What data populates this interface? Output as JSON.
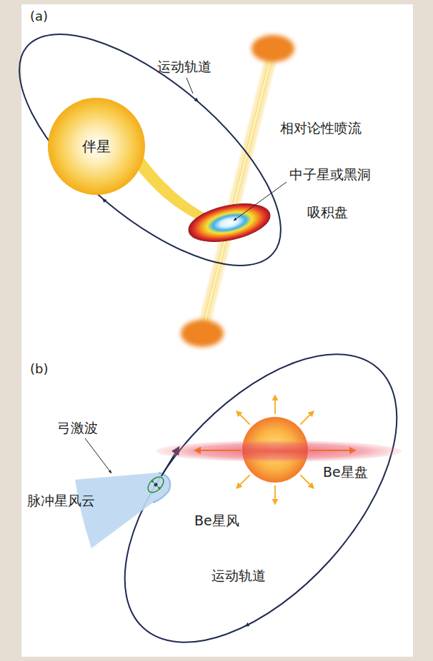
{
  "diagram": {
    "nodes": [
      {
        "text": [
          "伴星"
        ]
      }
    ],
    "labels": [
      "(a)",
      "运动轨道",
      "相对论性喷流",
      "中子星或黑洞",
      "吸积盘",
      "(b)",
      "弓激波",
      "脉冲星风云",
      "Be星风",
      "Be星盘",
      "运动轨道"
    ]
  }
}
